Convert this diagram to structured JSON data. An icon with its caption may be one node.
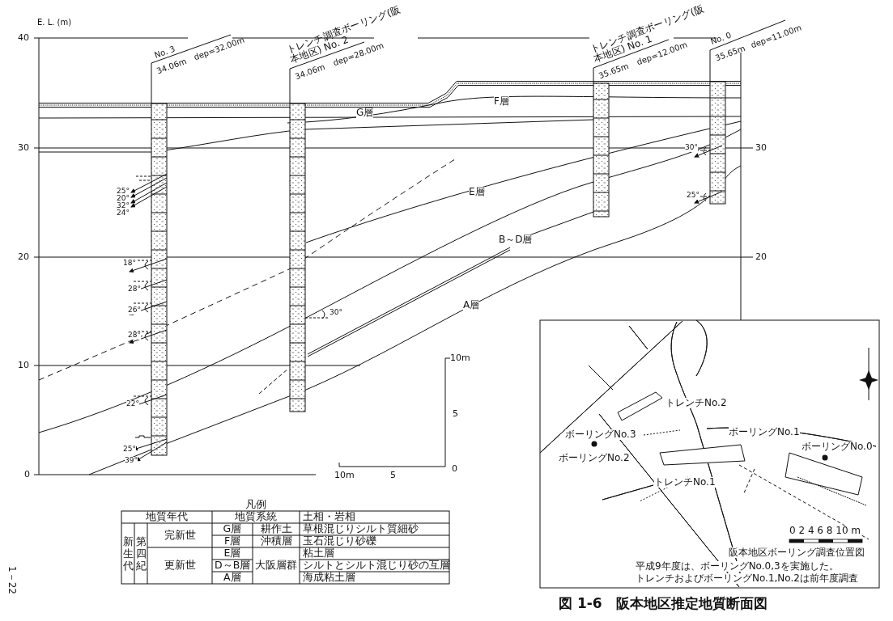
{
  "diagram": {
    "caption": "図 1-6　阪本地区推定地質断面図",
    "labels": [
      "E. L. (m)",
      "40",
      "No. 3",
      "34.06m",
      "dep=32.00m",
      "トレンチ調査ボーリング(阪本地区) No. 2",
      "34.06m",
      "dep=28.00m",
      "トレンチ調査ボーリング(阪本地区) No. 1",
      "35.65m",
      "dep=12.00m",
      "No. 0",
      "35.65m",
      "dep=11.00m",
      "G層",
      "F層",
      "30",
      "30°",
      "30",
      "25°",
      "20°",
      "32°",
      "24°",
      "E層",
      "25°",
      "B～D層",
      "20",
      "20",
      "18°",
      "28°",
      "26°",
      "30°",
      "28°",
      "A層",
      "10",
      "10m",
      "5",
      "22°",
      "25°",
      "39°",
      "0",
      "10m",
      "5",
      "0",
      "凡例",
      "地質年代",
      "地質系統",
      "土相・岩相",
      "新生代",
      "第四紀",
      "完新世",
      "G層",
      "耕作土",
      "草根混じりシルト質細砂",
      "F層",
      "沖積層",
      "玉石混じり砂礫",
      "更新世",
      "E層",
      "大阪層群",
      "粘土層",
      "D～B層",
      "シルトとシルト混じり砂の互層",
      "A層",
      "海成粘土層",
      "ボーリングNo.3",
      "トレンチNo.2",
      "ボーリングNo.2",
      "トレンチNo.1",
      "ボーリングNo.1",
      "ボーリングNo.0",
      "0 2 4 6 8 10 m",
      "阪本地区ボーリング調査位置図",
      "平成9年度は、ボーリングNo.0,3を実施した。",
      "トレンチおよびボーリングNo.1,No.2は前年度調査",
      "1－22"
    ]
  }
}
